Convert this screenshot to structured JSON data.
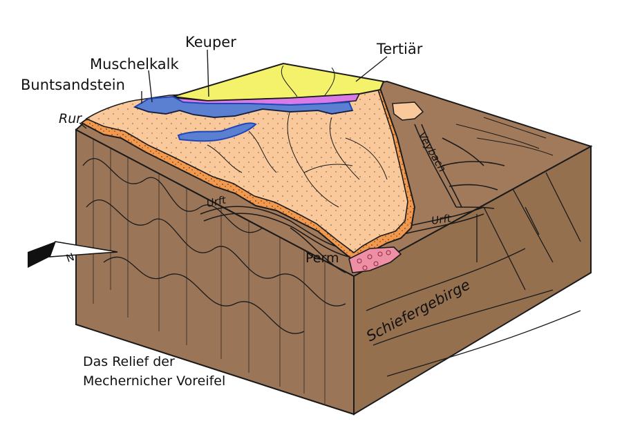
{
  "labels": {
    "keuper": "Keuper",
    "muschelkalk": "Muschelkalk",
    "buntsandstein": "Buntsandstein",
    "tertiaer": "Tertiär",
    "rur": "Rur",
    "veybach": "Veybach",
    "urft_left": "Urft",
    "urft_right": "Urft",
    "perm": "Perm",
    "schiefergebirge": "Schiefergebirge",
    "north_arrow": "N"
  },
  "caption": {
    "line1": "Das Relief der",
    "line2": "Mechernicher Voreifel"
  },
  "colors": {
    "tertiaer": "#f4f26a",
    "keuper": "#d97ae6",
    "muschelkalk": "#5b7fd1",
    "muschelkalk_edge": "#1f46b8",
    "buntsandstein": "#f9c89b",
    "buntsandstein_edge": "#f19a4f",
    "schiefergebirge_top": "#a17a5b",
    "schiefergebirge_side": "#9a7558",
    "perm": "#ee8fa6",
    "outline": "#1a1a1a"
  }
}
